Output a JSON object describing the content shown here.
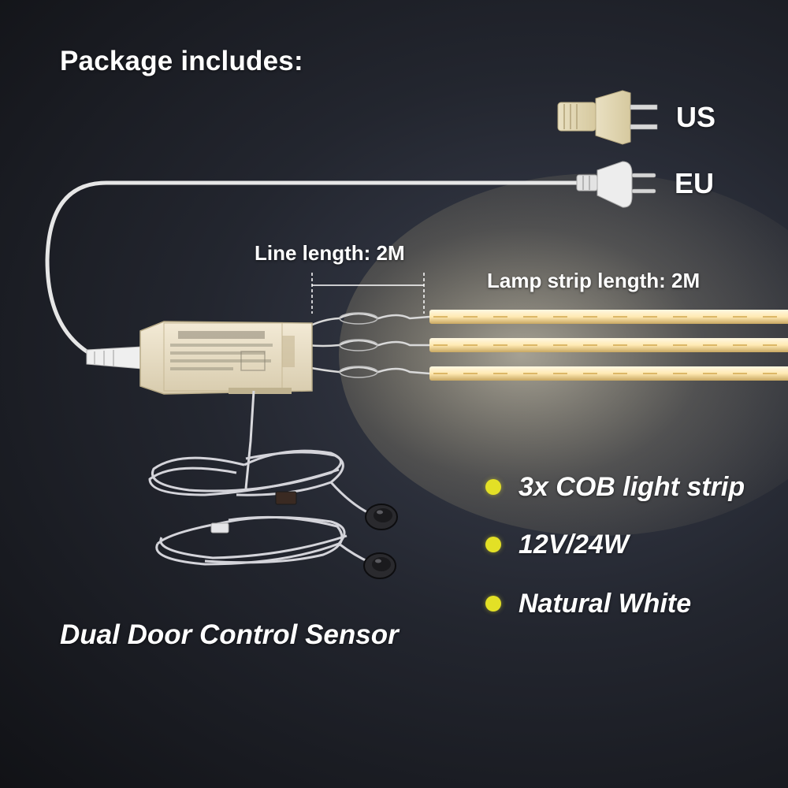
{
  "title": "Package includes:",
  "plug_labels": {
    "us": "US",
    "eu": "EU"
  },
  "line_length_label": "Line length: 2M",
  "strip_length_label": "Lamp strip length: 2M",
  "features": [
    {
      "text": "3x COB light strip"
    },
    {
      "text": "12V/24W"
    },
    {
      "text": "Natural White"
    }
  ],
  "sensor_label": "Dual Door Control Sensor",
  "colors": {
    "bullet": "#e3e026",
    "strip_glow": "#f6e3a8",
    "background": "#23262f"
  },
  "icons": [
    "us-plug-icon",
    "eu-plug-icon",
    "power-supply-icon",
    "door-sensor-icon"
  ]
}
